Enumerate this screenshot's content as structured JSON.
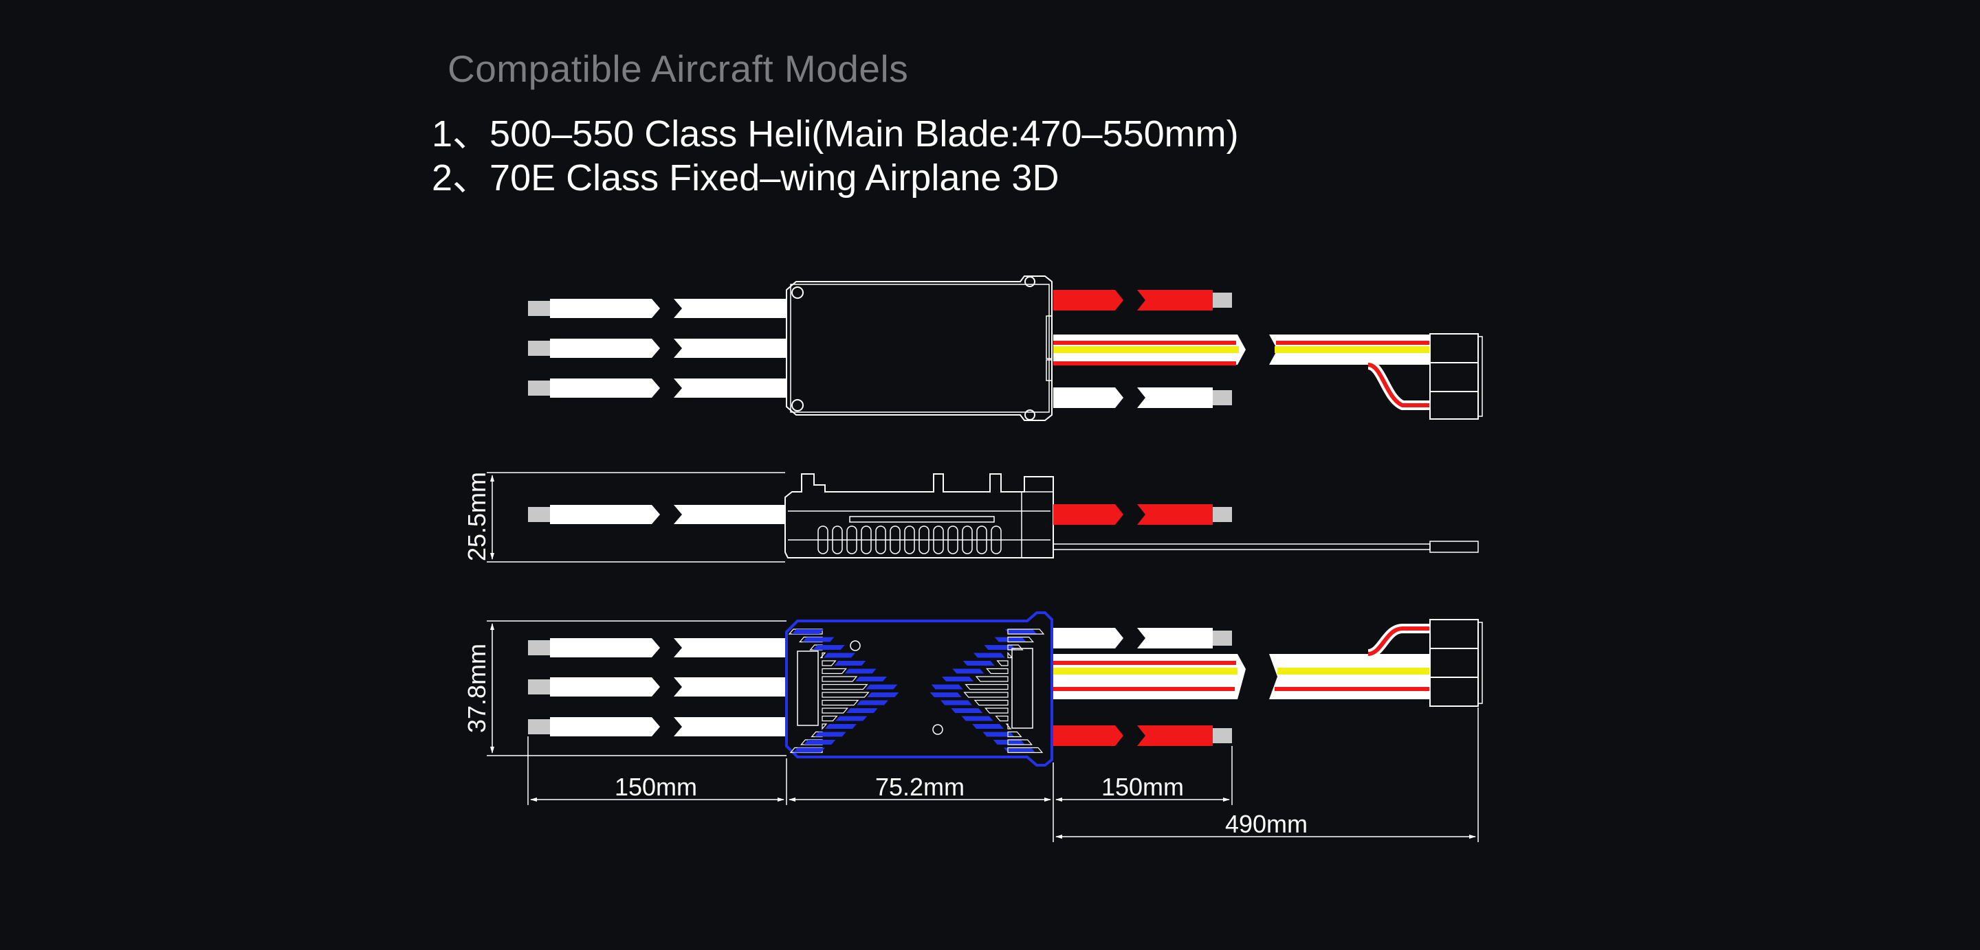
{
  "heading": "Compatible Aircraft Models",
  "models": [
    "1、500–550 Class Heli(Main Blade:470–550mm)",
    "2、70E Class Fixed–wing Airplane 3D"
  ],
  "dimensions": {
    "height_side": "25.5mm",
    "width_bottom": "37.8mm",
    "motor_lead": "150mm",
    "body_length": "75.2mm",
    "battery_lead": "150mm",
    "signal_total": "490mm"
  },
  "colors": {
    "background": "#0d0e12",
    "outline": "#ffffff",
    "red_wire": "#f01818",
    "yellow_wire": "#f2ee10",
    "heatsink_blue": "#2333e8",
    "heading_gray": "#7c7d81"
  }
}
